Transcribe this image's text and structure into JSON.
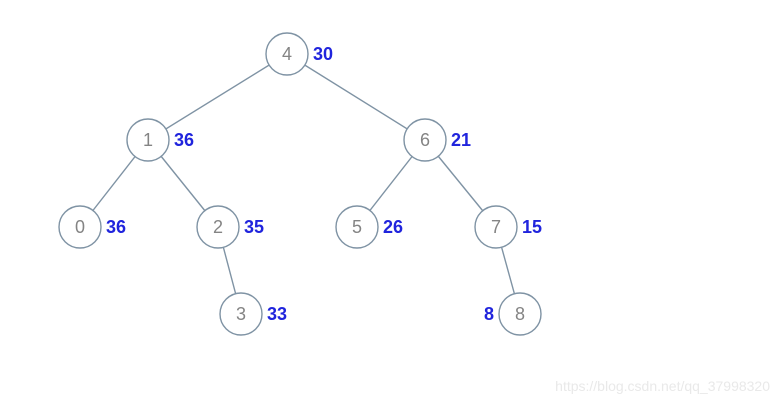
{
  "diagram": {
    "type": "binary-tree",
    "nodes": [
      {
        "id": "root",
        "value": "4",
        "weight": "30",
        "weight_side": "right"
      },
      {
        "id": "left",
        "value": "1",
        "weight": "36",
        "weight_side": "right"
      },
      {
        "id": "right",
        "value": "6",
        "weight": "21",
        "weight_side": "right"
      },
      {
        "id": "left-left",
        "value": "0",
        "weight": "36",
        "weight_side": "right"
      },
      {
        "id": "left-right",
        "value": "2",
        "weight": "35",
        "weight_side": "right"
      },
      {
        "id": "right-left",
        "value": "5",
        "weight": "26",
        "weight_side": "right"
      },
      {
        "id": "right-right",
        "value": "7",
        "weight": "15",
        "weight_side": "right"
      },
      {
        "id": "left-right-right",
        "value": "3",
        "weight": "33",
        "weight_side": "right"
      },
      {
        "id": "right-right-right",
        "value": "8",
        "weight": "8",
        "weight_side": "left"
      }
    ],
    "edges": [
      [
        "4",
        "1"
      ],
      [
        "4",
        "6"
      ],
      [
        "1",
        "0"
      ],
      [
        "1",
        "2"
      ],
      [
        "2",
        "3"
      ],
      [
        "6",
        "5"
      ],
      [
        "6",
        "7"
      ],
      [
        "7",
        "8"
      ]
    ],
    "colors": {
      "node_stroke": "#7f93a4",
      "node_value_text": "#848484",
      "weight_text": "#2024dd",
      "watermark_text": "#e9e9e9"
    }
  },
  "watermark": {
    "text": "https://blog.csdn.net/qq_37998320"
  }
}
